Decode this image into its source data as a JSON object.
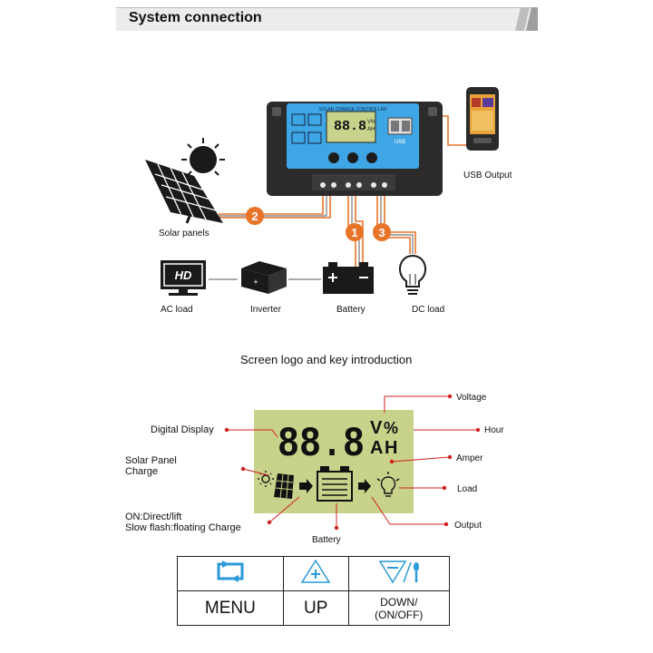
{
  "header": {
    "title": "System connection"
  },
  "system": {
    "controller_label": "SOLAR CHARGE CONTROLLER",
    "lcd_digits": "88.8",
    "lcd_units_top": "V%",
    "lcd_units_bottom": "AH",
    "usb_label": "USB",
    "components": {
      "usb_output": "USB Output",
      "solar_panels": "Solar panels",
      "ac_load": "AC load",
      "inverter": "Inverter",
      "battery": "Battery",
      "dc_load": "DC load",
      "tv_text": "HD"
    },
    "step_numbers": [
      "1",
      "2",
      "3"
    ]
  },
  "screen": {
    "subtitle": "Screen logo and key introduction",
    "digits": "88.8",
    "unit_v": "V",
    "unit_pct": "%",
    "unit_a": "A",
    "unit_h": "H",
    "callouts": {
      "digital_display": "Digital Display",
      "solar_panel_charge_line1": "Solar Panel",
      "solar_panel_charge_line2": "Charge",
      "on_direct_lift": "ON:Direct/lift",
      "slow_flash": "Slow flash:floating Charge",
      "battery": "Battery",
      "voltage": "Voltage",
      "hour": "Hour",
      "amper": "Amper",
      "load": "Load",
      "output": "Output"
    }
  },
  "keys": [
    {
      "icon": "menu-cycle-icon",
      "label": "MENU"
    },
    {
      "icon": "up-plus-icon",
      "label": "UP"
    },
    {
      "icon": "down-minus-icon",
      "label_line1": "DOWN/",
      "label_line2": "(ON/OFF)"
    }
  ],
  "colors": {
    "wire_orange": "#e8742a",
    "lcd_green": "#c8d28a",
    "controller_blue": "#3fa6e6",
    "callout_red": "#d22020",
    "key_blue": "#2a9ad8"
  }
}
